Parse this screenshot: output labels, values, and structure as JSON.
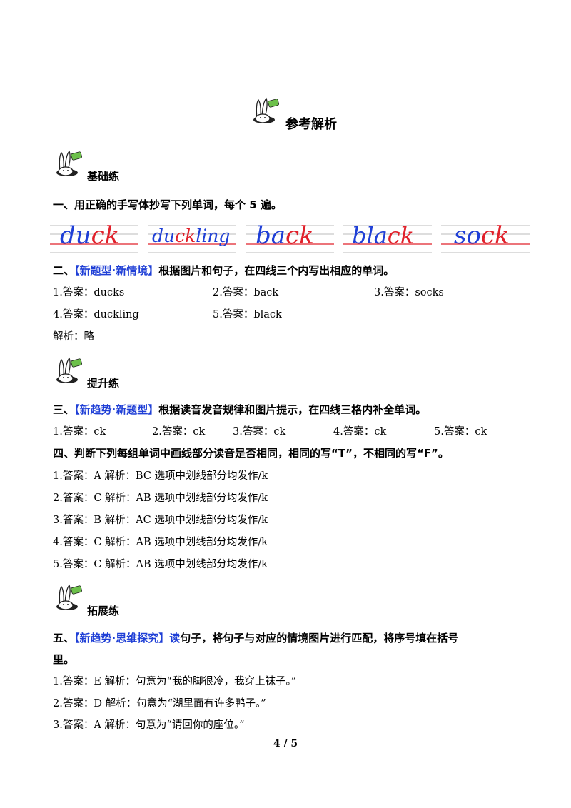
{
  "title": "参考解析",
  "sections": {
    "basic": "基础练",
    "improve": "提升练",
    "extend": "拓展练"
  },
  "q1": {
    "text": "一、用正确的手写体抄写下列单词，每个 5 遍。"
  },
  "handwriting": [
    {
      "blue": "du",
      "red": "ck",
      "rest": ""
    },
    {
      "blue": "du",
      "red": "ck",
      "rest": "ling"
    },
    {
      "blue": "ba",
      "red": "ck",
      "rest": ""
    },
    {
      "blue": "bla",
      "red": "ck",
      "rest": ""
    },
    {
      "blue": "so",
      "red": "ck",
      "rest": ""
    }
  ],
  "q2": {
    "prefix": "二、",
    "tag": "【新题型·新情境】",
    "text": "根据图片和句子，在四线三个内写出相应的单词。",
    "answers": [
      "1.答案：ducks",
      "2.答案：back",
      "3.答案：socks",
      "4.答案：duckling",
      "5.答案：black"
    ],
    "analysis": "解析：略"
  },
  "q3": {
    "prefix": "三、",
    "tag": "【新趋势·新题型】",
    "text": "根据读音发音规律和图片提示，在四线三格内补全单词。",
    "answers": [
      "1.答案：ck",
      "2.答案：ck",
      "3.答案：ck",
      "4.答案：ck",
      "5.答案：ck"
    ]
  },
  "q4": {
    "text": "四、判断下列每组单词中画线部分读音是否相同，相同的写“T”，不相同的写“F”。",
    "lines": [
      "1.答案：A 解析：BC 选项中划线部分均发作/k",
      "2.答案：C 解析：AB 选项中划线部分均发作/k",
      "3.答案：B 解析：AC 选项中划线部分均发作/k",
      "4.答案：C 解析：AB 选项中划线部分均发作/k",
      "5.答案：C 解析：AB 选项中划线部分均发作/k"
    ]
  },
  "q5": {
    "prefix": "五、",
    "tag": "【新趋势·思维探究】",
    "tag_tail": "读",
    "text1": "句子，将句子与对应的情境图片进行匹配，将序号填在括号",
    "text2": "里。",
    "lines": [
      "1.答案：E 解析：句意为“我的脚很冷，我穿上袜子。”",
      "2.答案：D 解析：句意为“湖里面有许多鸭子。”",
      "3.答案：A 解析：句意为“请回你的座位。”"
    ]
  },
  "page": "4 / 5",
  "colors": {
    "blue": "#1f3fd6",
    "red": "#e0202a",
    "bunny_green": "#6cc04a"
  }
}
